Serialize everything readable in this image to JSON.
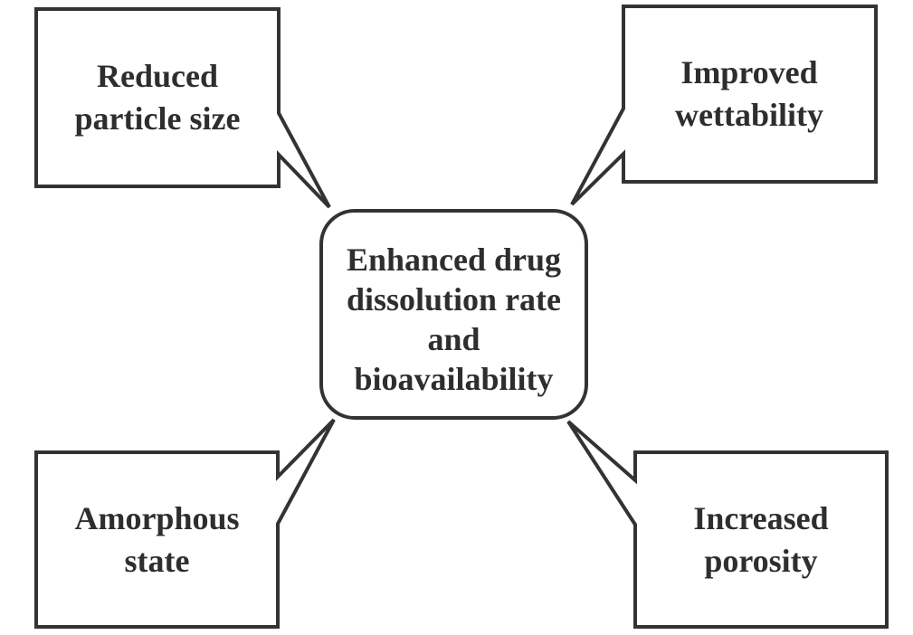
{
  "diagram": {
    "type": "concept-map",
    "colors": {
      "ink": "#333333",
      "background": "#ffffff",
      "text": "#2e2e2e"
    },
    "center": {
      "label": "Enhanced drug dissolution rate and bioavailability",
      "lines": [
        "Enhanced drug",
        "dissolution rate",
        "and",
        "bioavailability"
      ]
    },
    "factors": [
      {
        "id": "reduced-particle-size",
        "position": "top-left",
        "label": "Reduced particle size",
        "lines": [
          "Reduced",
          "particle size"
        ]
      },
      {
        "id": "improved-wettability",
        "position": "top-right",
        "label": "Improved wettability",
        "lines": [
          "Improved",
          "wettability"
        ]
      },
      {
        "id": "amorphous-state",
        "position": "bottom-left",
        "label": "Amorphous state",
        "lines": [
          "Amorphous",
          "state"
        ]
      },
      {
        "id": "increased-porosity",
        "position": "bottom-right",
        "label": "Increased porosity",
        "lines": [
          "Increased",
          "porosity"
        ]
      }
    ]
  }
}
